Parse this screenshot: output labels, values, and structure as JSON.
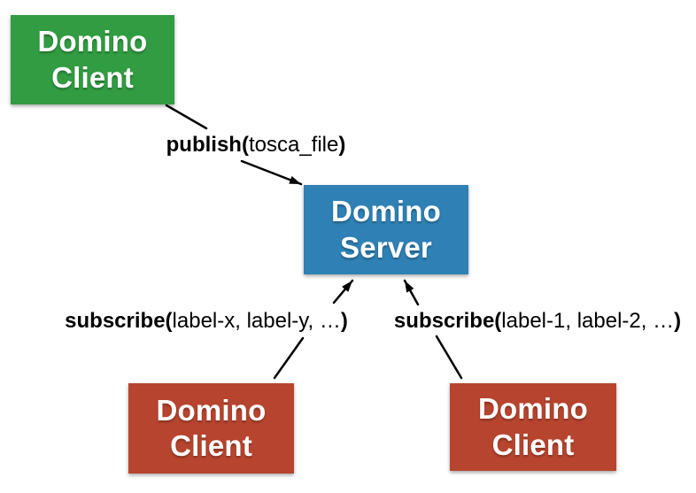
{
  "diagram": {
    "background_color": "#FFFFFF",
    "arrow_color": "#000000",
    "nodes": {
      "client_top": {
        "line1": "Domino",
        "line2": "Client",
        "color": "#319C41"
      },
      "server": {
        "line1": "Domino",
        "line2": "Server",
        "color": "#2E80B5"
      },
      "client_bottom_left": {
        "line1": "Domino",
        "line2": "Client",
        "color": "#B7442E"
      },
      "client_bottom_right": {
        "line1": "Domino",
        "line2": "Client",
        "color": "#B7442E"
      }
    },
    "edge_labels": {
      "publish": {
        "bold_open": "publish(",
        "args": "tosca_file",
        "bold_close": ")"
      },
      "subscribe_left": {
        "bold_open": "subscribe(",
        "args": "label-x, label-y, …",
        "bold_close": ")"
      },
      "subscribe_right": {
        "bold_open": "subscribe(",
        "args": "label-1, label-2, …",
        "bold_close": ")"
      }
    }
  }
}
